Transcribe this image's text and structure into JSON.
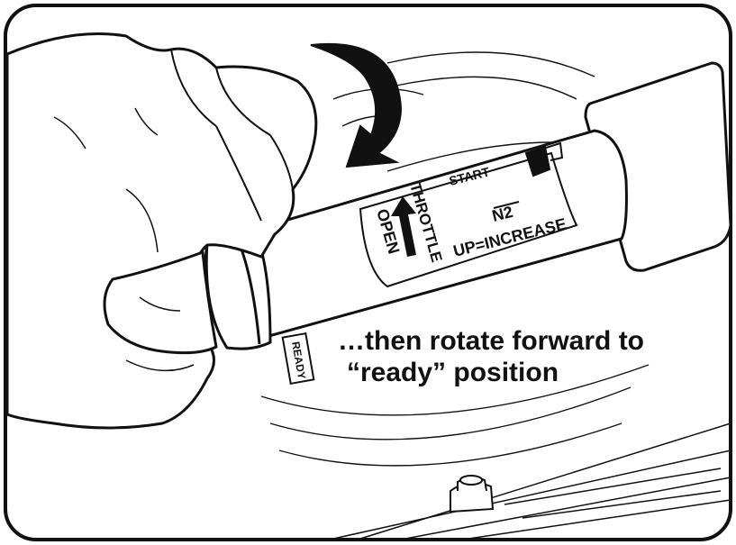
{
  "labels": {
    "throttle": "THROTTLE",
    "open": "OPEN",
    "start": "START",
    "n2": "N2",
    "up_increase": "UP=INCREASE",
    "ready": "READY"
  },
  "caption": {
    "line1": "…then rotate forward to",
    "line2": "“ready” position"
  },
  "colors": {
    "ink": "#111111",
    "paper": "#ffffff"
  }
}
